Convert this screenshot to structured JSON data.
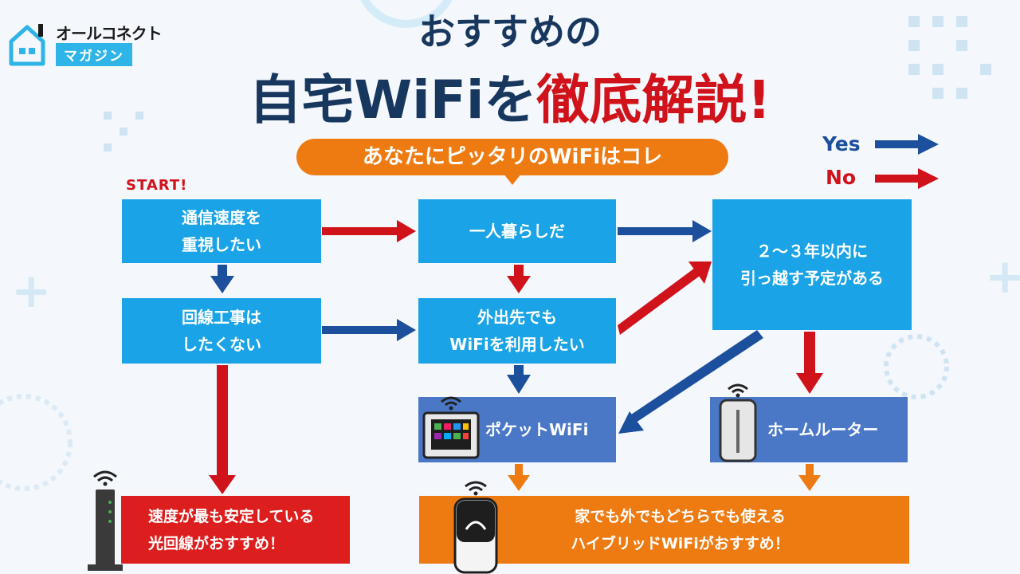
{
  "logo": {
    "brand": "オールコネクト",
    "sub": "マガジン"
  },
  "title": {
    "line1": "おすすめの",
    "line2_part1": "自宅WiFiを",
    "line2_part2": "徹底解説!"
  },
  "banner": "あなたにピッタリのWiFiはコレ",
  "legend": {
    "yes": "Yes",
    "no": "No",
    "yes_color": "#1c4f9c",
    "no_color": "#d0121b"
  },
  "start": "START!",
  "nodes": {
    "speed": "通信速度を\n重視したい",
    "construction": "回線工事は\nしたくない",
    "alone": "一人暮らしだ",
    "outside": "外出先でも\nWiFiを利用したい",
    "move": "２～３年以内に\n引っ越す予定がある",
    "pocket": "ポケットWiFi",
    "home": "ホームルーター",
    "fiber": "速度が最も安定している\n光回線がおすすめ！",
    "hybrid": "家でも外でもどちらでも使える\nハイブリッドWiFiがおすすめ！"
  },
  "colors": {
    "node": "#1aa3e6",
    "result": "#4a78c6",
    "fiber": "#dc1e1e",
    "hybrid": "#ee7b12",
    "arrow_result": "#ee7b12",
    "title": "#17375e",
    "accent": "#d0121b"
  },
  "icons": [
    "wifi-signal-icon",
    "pocket-wifi-device-icon",
    "home-router-icon",
    "fiber-router-icon",
    "hybrid-device-icon",
    "house-logo-icon"
  ]
}
